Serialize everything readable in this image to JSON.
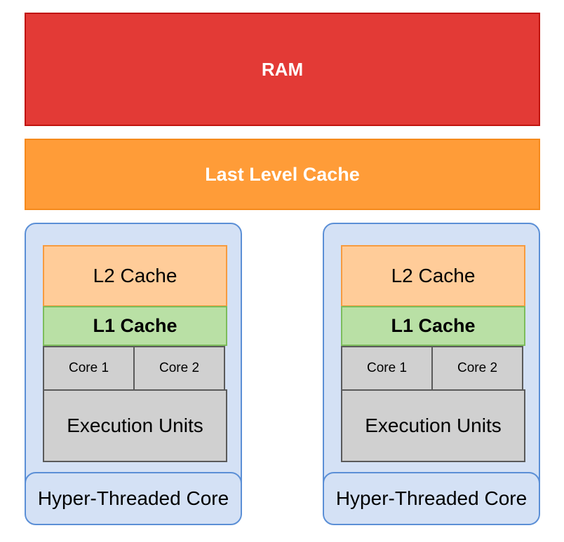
{
  "ram": {
    "label": "RAM"
  },
  "last_level_cache": {
    "label": "Last Level Cache"
  },
  "cores": [
    {
      "l2_label": "L2 Cache",
      "l1_label": "L1 Cache",
      "core1_label": "Core 1",
      "core2_label": "Core 2",
      "execution_label": "Execution Units",
      "core_label": "Hyper-Threaded Core"
    },
    {
      "l2_label": "L2 Cache",
      "l1_label": "L1 Cache",
      "core1_label": "Core 1",
      "core2_label": "Core 2",
      "execution_label": "Execution Units",
      "core_label": "Hyper-Threaded Core"
    }
  ],
  "colors": {
    "ram_fill": "#e33a36",
    "llc_fill": "#ff9c38",
    "core_fill": "#d4e1f5",
    "l2_fill": "#ffcc99",
    "l1_fill": "#b9e0a5",
    "unit_fill": "#d0d0d0"
  }
}
